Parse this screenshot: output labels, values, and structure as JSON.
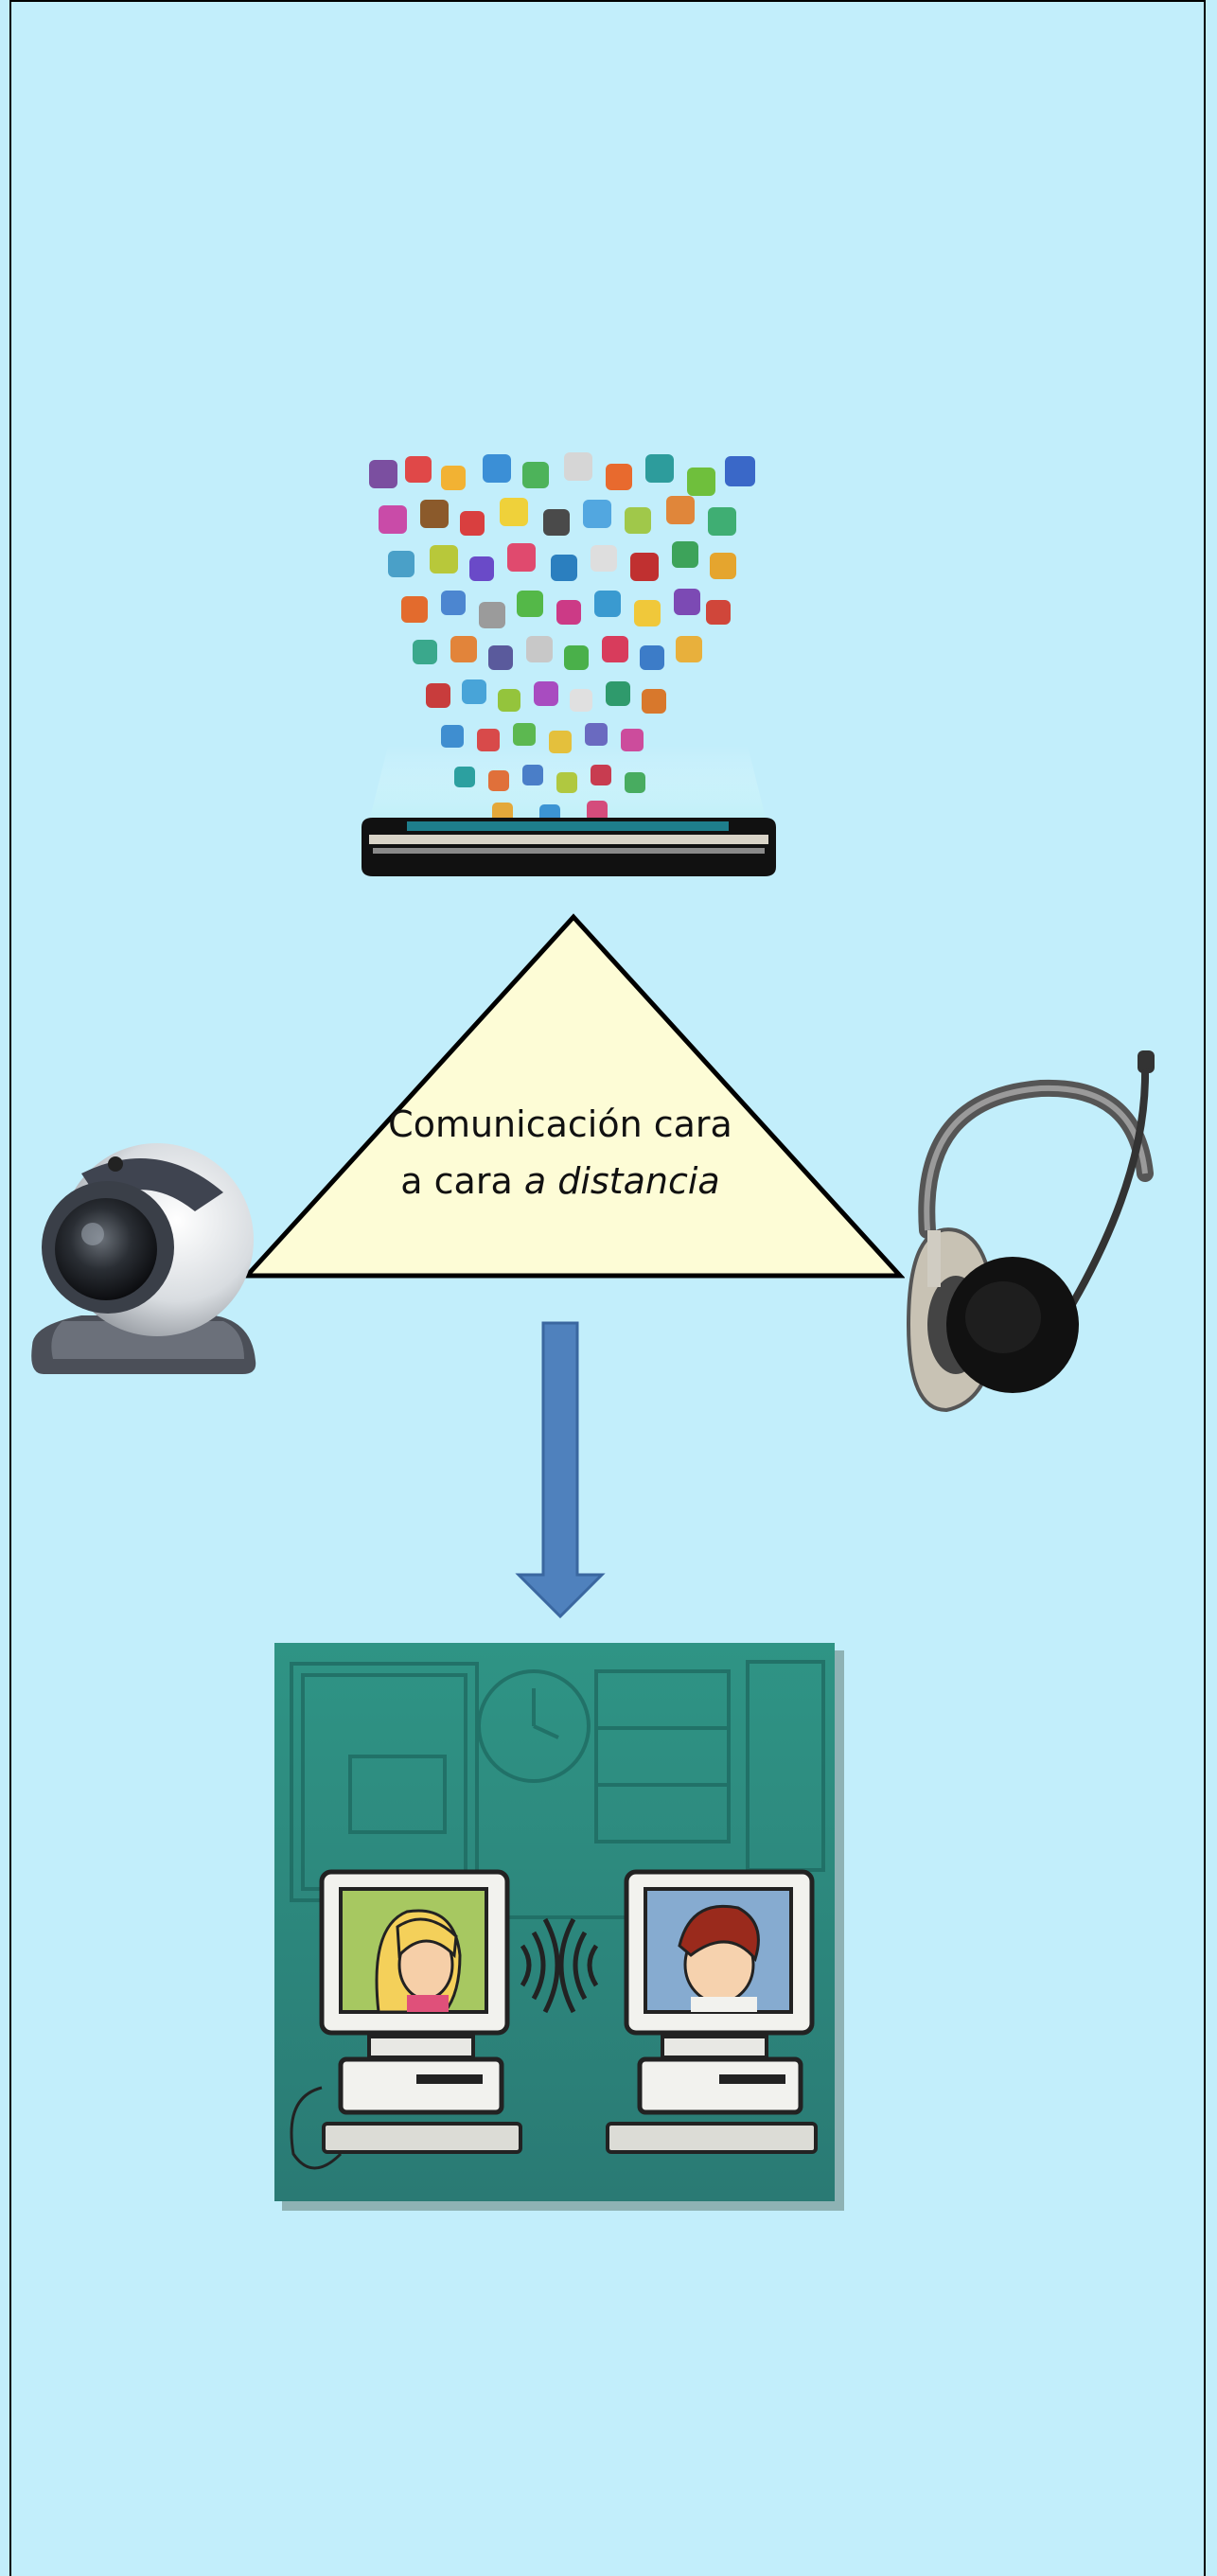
{
  "diagram": {
    "center_label_line1": "Comunicación cara",
    "center_label_line2_prefix": "a cara ",
    "center_label_line2_italic": "a distancia"
  },
  "colors": {
    "background": "#c2eefb",
    "triangle_fill": "#fdfcd6",
    "arrow_fill": "#4f81bd",
    "scene_bg": "#2e8c80"
  },
  "icons": [
    "tablet-apps-icon",
    "webcam-icon",
    "headset-icon",
    "down-arrow-icon",
    "video-call-scene-icon"
  ]
}
